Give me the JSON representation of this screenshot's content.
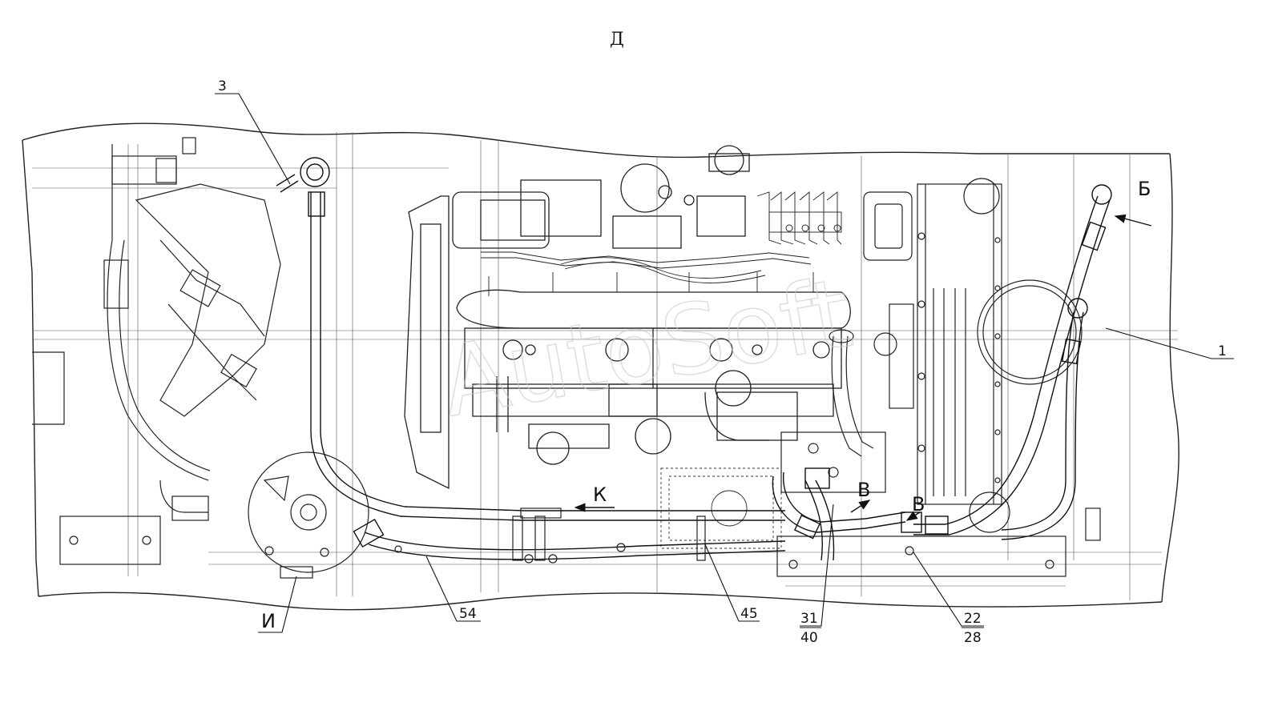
{
  "view_title": "Д",
  "callouts": {
    "c3": "3",
    "c1": "1",
    "c54": "54",
    "c45": "45",
    "c31": "31",
    "c40": "40",
    "c22": "22",
    "c28": "28"
  },
  "view_markers": {
    "b_arrow": "Б",
    "k_arrow": "К",
    "v_left": "В",
    "v_right": "В",
    "i_section": "И"
  },
  "watermark": "AutoSoft"
}
